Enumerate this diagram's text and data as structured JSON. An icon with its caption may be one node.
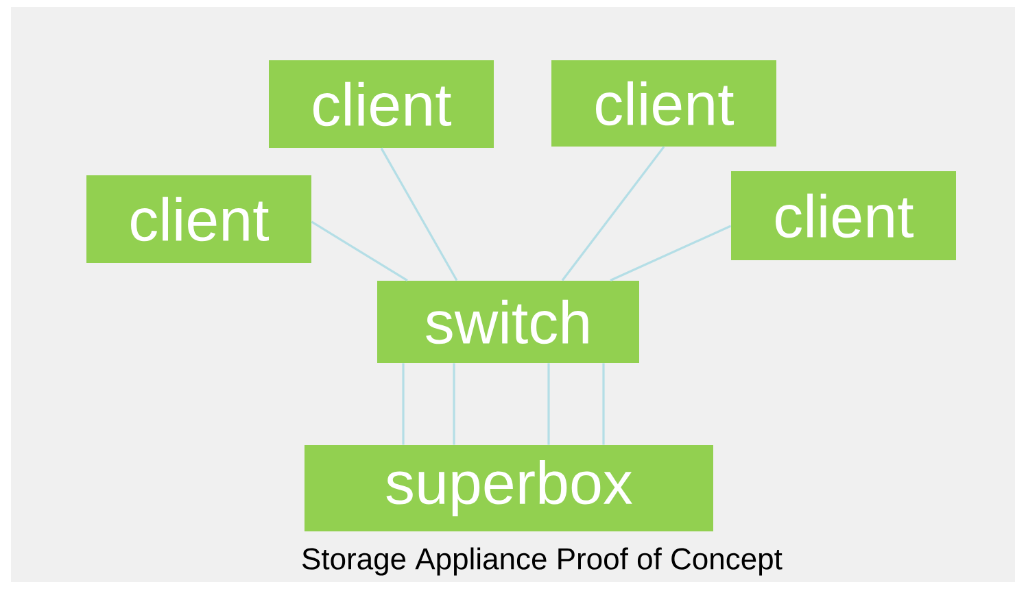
{
  "diagram": {
    "caption": "Storage Appliance Proof of Concept",
    "nodes": [
      {
        "text": [
          "client"
        ]
      },
      {
        "text": [
          "client"
        ]
      },
      {
        "text": [
          "client"
        ]
      },
      {
        "text": [
          "client"
        ]
      },
      {
        "text": [
          "switch"
        ]
      },
      {
        "text": [
          "superbox"
        ]
      }
    ],
    "edges": [
      {
        "from": 0,
        "to": 4,
        "arrow": "none"
      },
      {
        "from": 1,
        "to": 4,
        "arrow": "none"
      },
      {
        "from": 2,
        "to": 4,
        "arrow": "none"
      },
      {
        "from": 3,
        "to": 4,
        "arrow": "none"
      },
      {
        "from": 4,
        "to": 5,
        "arrow": "none"
      },
      {
        "from": 4,
        "to": 5,
        "arrow": "none"
      },
      {
        "from": 4,
        "to": 5,
        "arrow": "none"
      },
      {
        "from": 4,
        "to": 5,
        "arrow": "none"
      }
    ]
  }
}
